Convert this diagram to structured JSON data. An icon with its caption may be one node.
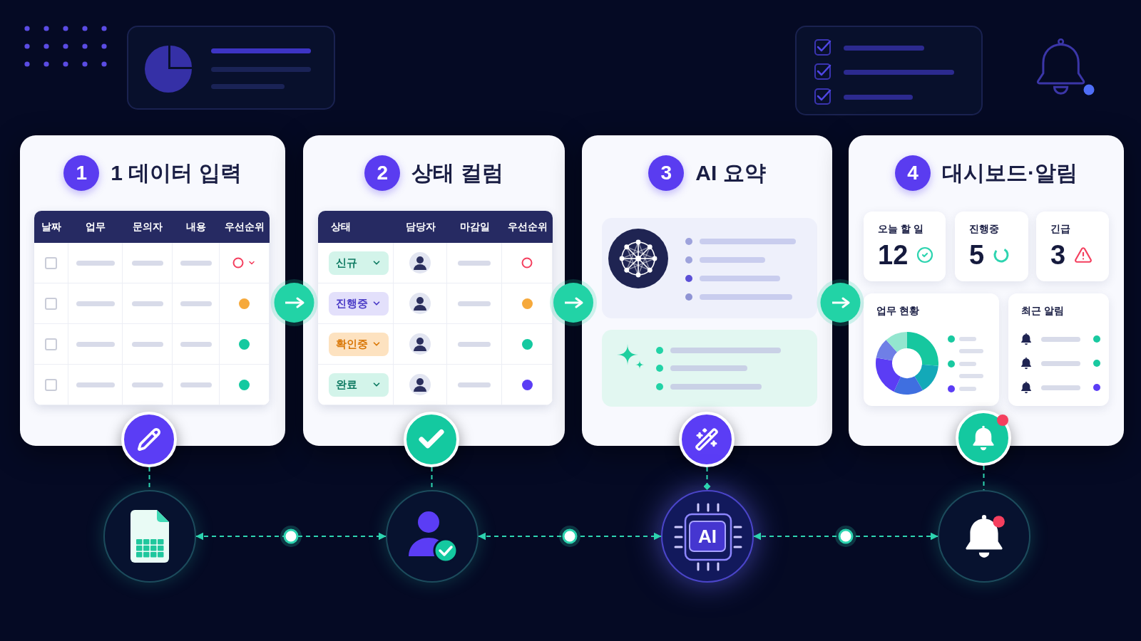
{
  "diagram": {
    "nodes": [
      {
        "text": [
          "1 데이터 입력"
        ]
      },
      {
        "text": [
          "1"
        ],
        "in": 0
      },
      {
        "text": [
          "상태 컬럼"
        ]
      },
      {
        "text": [
          "2"
        ],
        "in": 2
      },
      {
        "text": [
          "신규"
        ],
        "in": 2
      },
      {
        "text": [
          "진행중"
        ],
        "in": 2
      },
      {
        "text": [
          "확인중"
        ],
        "in": 2
      },
      {
        "text": [
          "완료"
        ],
        "in": 2
      },
      {
        "text": [
          "AI 요약"
        ]
      },
      {
        "text": [
          "3"
        ],
        "in": 8
      },
      {
        "text": [
          "대시보드·알림"
        ]
      },
      {
        "text": [
          "4"
        ],
        "in": 10
      },
      {
        "text": [
          "오늘 할 일",
          "12"
        ],
        "in": 10
      },
      {
        "text": [
          "진행중",
          "5"
        ],
        "in": 10
      },
      {
        "text": [
          "긴급",
          "3"
        ],
        "in": 10
      },
      {
        "text": [
          "업무 현황"
        ],
        "in": 10
      },
      {
        "text": [
          "최근 알림"
        ],
        "in": 10
      },
      {
        "text": [],
        "shape": "circle"
      },
      {
        "text": [],
        "shape": "circle"
      },
      {
        "text": [],
        "shape": "circle"
      },
      {
        "text": [],
        "shape": "circle"
      },
      {
        "text": [],
        "shape": "circle"
      },
      {
        "text": [],
        "shape": "circle"
      },
      {
        "text": [
          "AI"
        ]
      },
      {
        "text": [],
        "shape": "circle"
      }
    ],
    "edges": [
      {
        "from": 0,
        "to": 2,
        "arrow": "to",
        "color": "#ffffff"
      },
      {
        "from": 2,
        "to": 8,
        "arrow": "to",
        "color": "#ffffff"
      },
      {
        "from": 8,
        "to": 10,
        "arrow": "to",
        "color": "#ffffff"
      },
      {
        "from": 17,
        "to": 21,
        "arrow": "none",
        "style": "dashed"
      },
      {
        "from": 18,
        "to": 22,
        "arrow": "none",
        "style": "dashed"
      },
      {
        "from": 19,
        "to": 23,
        "arrow": "other",
        "style": "dashed"
      },
      {
        "from": 20,
        "to": 24,
        "arrow": "none",
        "style": "dashed"
      },
      {
        "from": 21,
        "to": 22,
        "arrow": "both",
        "style": "dashed"
      },
      {
        "from": 22,
        "to": 23,
        "arrow": "both",
        "style": "dashed"
      },
      {
        "from": 23,
        "to": 24,
        "arrow": "both",
        "style": "dashed"
      }
    ],
    "labels": [
      "날짜",
      "업무",
      "문의자",
      "내용",
      "우선순위",
      "상태",
      "담당자",
      "마감일",
      "우선순위"
    ]
  }
}
